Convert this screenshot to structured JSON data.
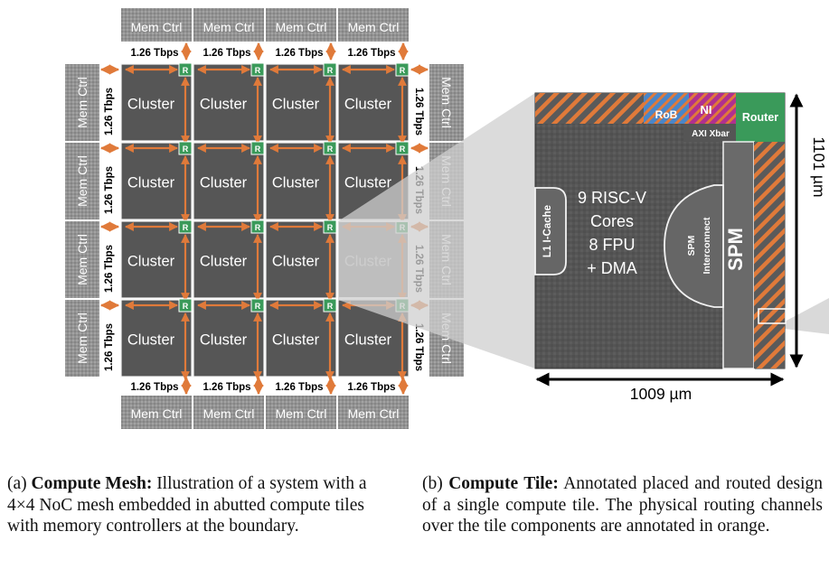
{
  "mesh": {
    "mem_ctrl_label": "Mem Ctrl",
    "cluster_label": "Cluster",
    "router_label": "R",
    "bandwidth_label": "1.26 Tbps",
    "grid_rows": 4,
    "grid_cols": 4,
    "highlighted_cluster": {
      "row": 2,
      "col": 3
    }
  },
  "tile": {
    "cores_lines": [
      "9 RISC-V",
      "Cores",
      "8 FPU",
      "+ DMA"
    ],
    "l1_icache_label": "L1 I-Cache",
    "spm_label": "SPM",
    "spm_interconnect_lines": [
      "SPM",
      "Interconnect"
    ],
    "rob_label": "RoB",
    "ni_label": "NI",
    "router_label": "Router",
    "axi_xbar_label": "AXI Xbar",
    "width_label": "1009 µm",
    "height_label": "1101 µm"
  },
  "captions": {
    "a_prefix": "(a) ",
    "a_bold": "Compute Mesh:",
    "a_text": " Illustration of a system with a 4×4 NoC mesh embedded in abutted compute tiles with memory controllers at the boundary.",
    "b_prefix": "(b) ",
    "b_bold": "Compute Tile:",
    "b_text": " Annotated placed and routed design of a single compute tile. The physical routing channels over the tile components are annotated in orange."
  },
  "colors": {
    "orange": "#e07a3a",
    "router_green": "#3a9a5a",
    "ni_magenta": "#b0308f",
    "rob_blue": "#4a86c8",
    "die_gray": "#5a5a5a",
    "mem_ctrl_gray": "#8f8f8f"
  }
}
